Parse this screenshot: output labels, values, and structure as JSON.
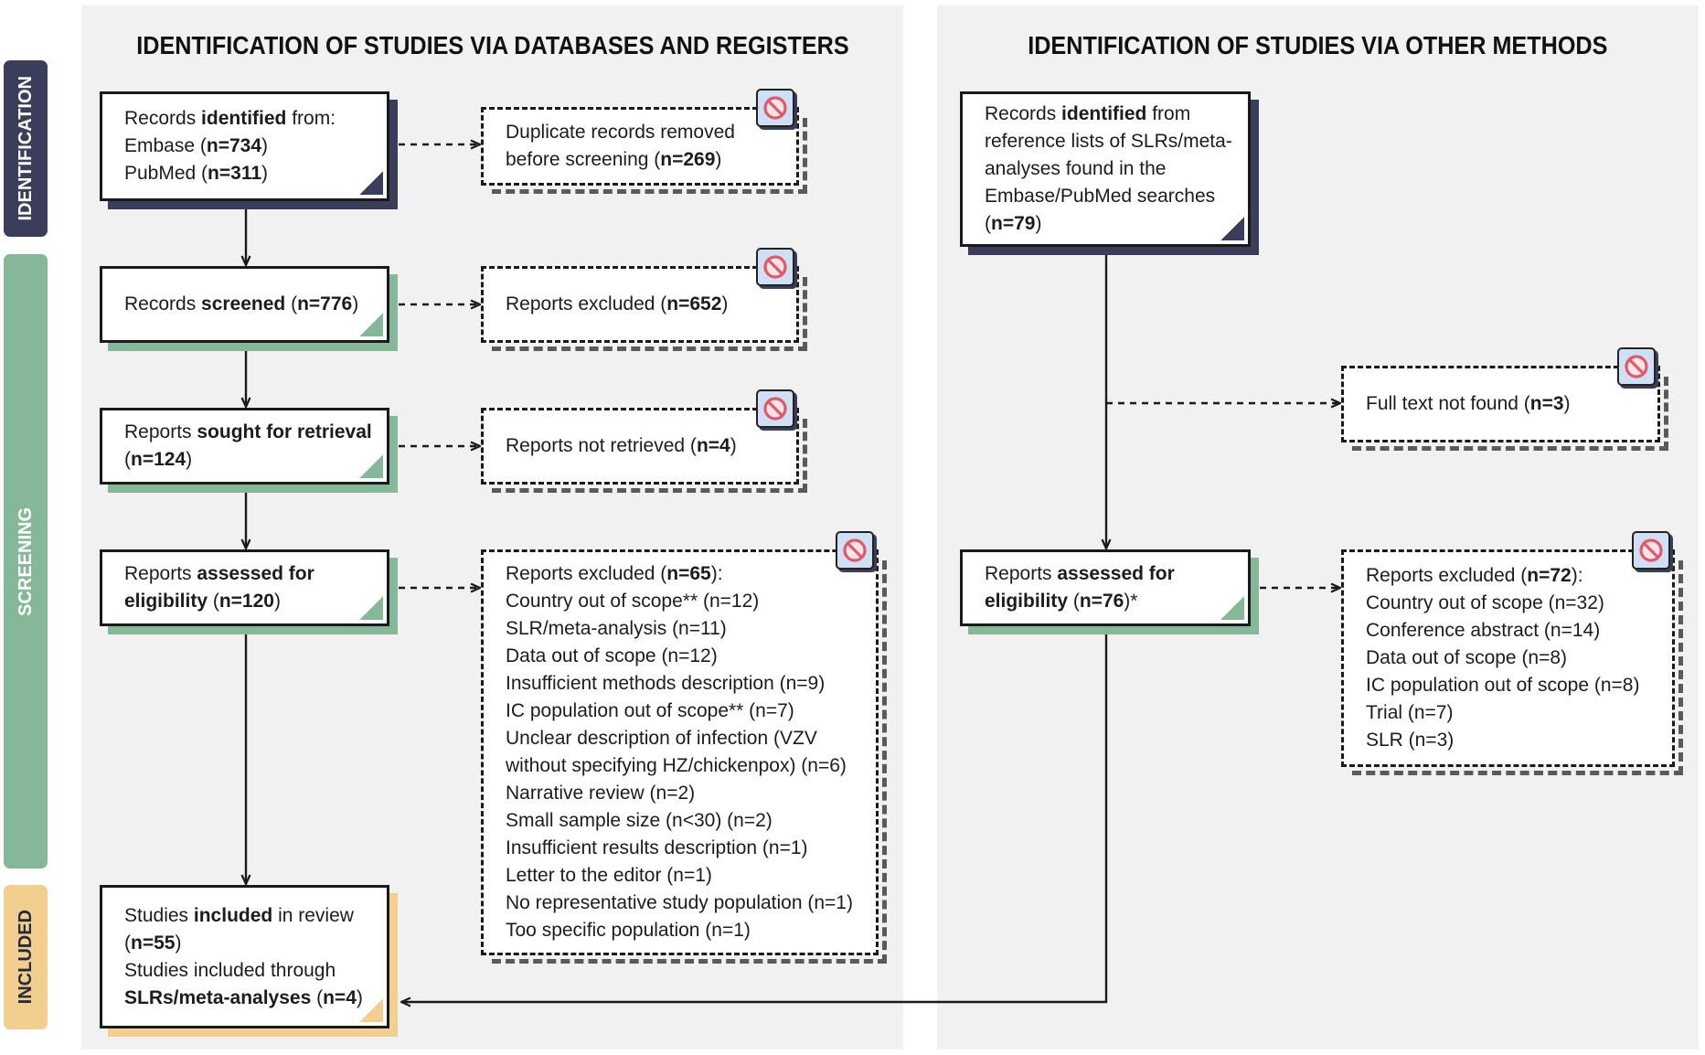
{
  "stages": {
    "identification": "IDENTIFICATION",
    "screening": "SCREENING",
    "included": "INCLUDED"
  },
  "titles": {
    "databases_registers": "IDENTIFICATION OF STUDIES VIA DATABASES AND REGISTERS",
    "other_methods": "IDENTIFICATION OF STUDIES VIA OTHER METHODS"
  },
  "colors": {
    "identification": "#3a3e5b",
    "screening": "#85b799",
    "included": "#f2cf8f",
    "panel_background": "#f1f1f1",
    "exclusion_icon": "#e0596a",
    "exclusion_icon_tile": "#cfe0f4"
  },
  "icons": {
    "exclusion": "no-entry-icon"
  },
  "boxes": {
    "records_identified_databases": {
      "lines": [
        [
          {
            "text": "Records "
          },
          {
            "text": "identified",
            "strong": true
          },
          {
            "text": " from:"
          }
        ],
        [
          {
            "text": "Embase ("
          },
          {
            "text": "n=734",
            "strong": true
          },
          {
            "text": ")"
          }
        ],
        [
          {
            "text": "PubMed ("
          },
          {
            "text": "n=311",
            "strong": true
          },
          {
            "text": ")"
          }
        ]
      ]
    },
    "duplicates_removed": {
      "lines": [
        [
          {
            "text": "Duplicate records removed"
          }
        ],
        [
          {
            "text": "before screening ("
          },
          {
            "text": "n=269",
            "strong": true
          },
          {
            "text": ")"
          }
        ]
      ]
    },
    "records_screened": {
      "lines": [
        [
          {
            "text": "Records "
          },
          {
            "text": "screened",
            "strong": true
          },
          {
            "text": " ("
          },
          {
            "text": "n=776",
            "strong": true
          },
          {
            "text": ")"
          }
        ]
      ]
    },
    "reports_excluded_screening": {
      "lines": [
        [
          {
            "text": "Reports excluded ("
          },
          {
            "text": "n=652",
            "strong": true
          },
          {
            "text": ")"
          }
        ]
      ]
    },
    "reports_sought_retrieval": {
      "lines": [
        [
          {
            "text": "Reports "
          },
          {
            "text": "sought for retrieval",
            "strong": true
          }
        ],
        [
          {
            "text": "("
          },
          {
            "text": "n=124",
            "strong": true
          },
          {
            "text": ")"
          }
        ]
      ]
    },
    "reports_not_retrieved": {
      "lines": [
        [
          {
            "text": "Reports not retrieved ("
          },
          {
            "text": "n=4",
            "strong": true
          },
          {
            "text": ")"
          }
        ]
      ]
    },
    "reports_assessed_databases": {
      "lines": [
        [
          {
            "text": "Reports "
          },
          {
            "text": "assessed for",
            "strong": true
          }
        ],
        [
          {
            "text": "eligibility",
            "strong": true
          },
          {
            "text": " ("
          },
          {
            "text": "n=120",
            "strong": true
          },
          {
            "text": ")"
          }
        ]
      ]
    },
    "reports_excluded_databases": {
      "lines": [
        [
          {
            "text": "Reports excluded ("
          },
          {
            "text": "n=65",
            "strong": true
          },
          {
            "text": "):"
          }
        ],
        [
          {
            "text": "Country out of scope** (n=12)"
          }
        ],
        [
          {
            "text": "SLR/meta-analysis (n=11)"
          }
        ],
        [
          {
            "text": "Data out of scope (n=12)"
          }
        ],
        [
          {
            "text": "Insufficient methods description (n=9)"
          }
        ],
        [
          {
            "text": "IC population out of scope** (n=7)"
          }
        ],
        [
          {
            "text": "Unclear description of infection (VZV"
          }
        ],
        [
          {
            "text": "without specifying HZ/chickenpox) (n=6)"
          }
        ],
        [
          {
            "text": "Narrative review (n=2)"
          }
        ],
        [
          {
            "text": "Small sample size (n<30) (n=2)"
          }
        ],
        [
          {
            "text": "Insufficient results description (n=1)"
          }
        ],
        [
          {
            "text": "Letter to the editor (n=1)"
          }
        ],
        [
          {
            "text": "No representative study population (n=1)"
          }
        ],
        [
          {
            "text": "Too specific population (n=1)"
          }
        ]
      ]
    },
    "studies_included": {
      "lines": [
        [
          {
            "text": "Studies "
          },
          {
            "text": "included",
            "strong": true
          },
          {
            "text": " in review"
          }
        ],
        [
          {
            "text": "("
          },
          {
            "text": "n=55",
            "strong": true
          },
          {
            "text": ")"
          }
        ],
        [
          {
            "text": "Studies included through"
          }
        ],
        [
          {
            "text": "SLRs/meta-analyses",
            "strong": true
          },
          {
            "text": " ("
          },
          {
            "text": "n=4",
            "strong": true
          },
          {
            "text": ")"
          }
        ]
      ]
    },
    "records_identified_other": {
      "lines": [
        [
          {
            "text": "Records "
          },
          {
            "text": "identified",
            "strong": true
          },
          {
            "text": " from"
          }
        ],
        [
          {
            "text": "reference lists of SLRs/meta-"
          }
        ],
        [
          {
            "text": "analyses found in the"
          }
        ],
        [
          {
            "text": "Embase/PubMed searches"
          }
        ],
        [
          {
            "text": "("
          },
          {
            "text": "n=79",
            "strong": true
          },
          {
            "text": ")"
          }
        ]
      ]
    },
    "full_text_not_found": {
      "lines": [
        [
          {
            "text": "Full text not found ("
          },
          {
            "text": "n=3",
            "strong": true
          },
          {
            "text": ")"
          }
        ]
      ]
    },
    "reports_assessed_other": {
      "lines": [
        [
          {
            "text": "Reports "
          },
          {
            "text": "assessed for",
            "strong": true
          }
        ],
        [
          {
            "text": "eligibility",
            "strong": true
          },
          {
            "text": " ("
          },
          {
            "text": "n=76",
            "strong": true
          },
          {
            "text": ")*"
          }
        ]
      ]
    },
    "reports_excluded_other": {
      "lines": [
        [
          {
            "text": "Reports excluded ("
          },
          {
            "text": "n=72",
            "strong": true
          },
          {
            "text": "):"
          }
        ],
        [
          {
            "text": "Country out of scope (n=32)"
          }
        ],
        [
          {
            "text": "Conference abstract (n=14)"
          }
        ],
        [
          {
            "text": "Data out of scope (n=8)"
          }
        ],
        [
          {
            "text": "IC population out of scope (n=8)"
          }
        ],
        [
          {
            "text": "Trial (n=7)"
          }
        ],
        [
          {
            "text": "SLR (n=3)"
          }
        ]
      ]
    }
  }
}
